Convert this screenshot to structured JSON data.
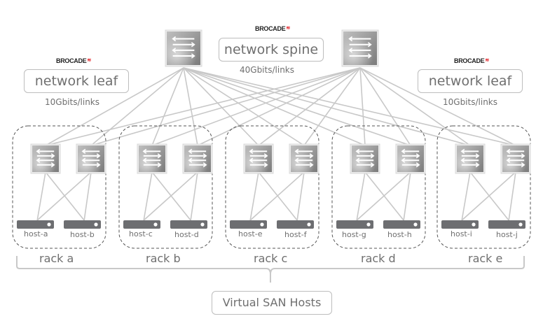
{
  "title": "Virtual SAN Hosts network topology",
  "brand": {
    "name": "BROCADE",
    "mark": "✉",
    "mark_color": "#e4262b"
  },
  "spine": {
    "label": "network spine",
    "speed": "40Gbits/links",
    "switch_count": 2
  },
  "leaf_left": {
    "label": "network leaf",
    "speed": "10Gbits/links"
  },
  "leaf_right": {
    "label": "network leaf",
    "speed": "10Gbits/links"
  },
  "racks": [
    {
      "label": "rack a",
      "hosts": [
        "host-a",
        "host-b"
      ]
    },
    {
      "label": "rack b",
      "hosts": [
        "host-c",
        "host-d"
      ]
    },
    {
      "label": "rack c",
      "hosts": [
        "host-e",
        "host-f"
      ]
    },
    {
      "label": "rack d",
      "hosts": [
        "host-g",
        "host-h"
      ]
    },
    {
      "label": "rack e",
      "hosts": [
        "host-i",
        "host-j"
      ]
    }
  ],
  "group_label": "Virtual SAN Hosts",
  "colors": {
    "line": "#c8c8c8",
    "host": "#6d6e71",
    "text": "#6f6f6f",
    "border": "#bdbdbd"
  }
}
